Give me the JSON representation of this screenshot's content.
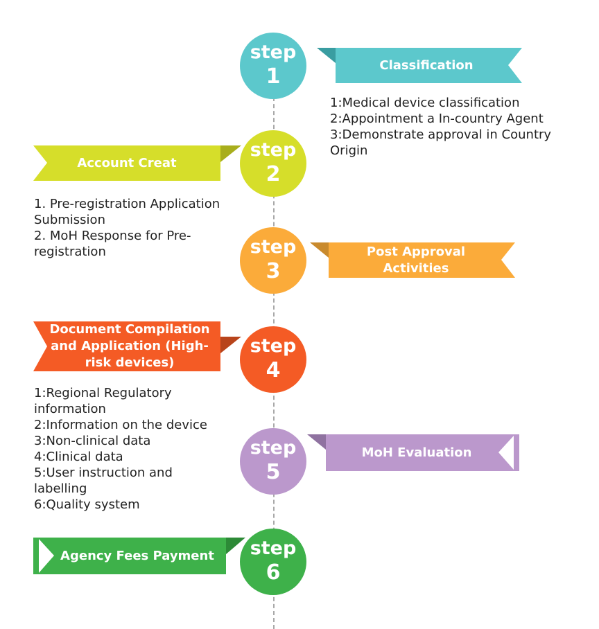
{
  "colors": {
    "step1": "#5cc8cc",
    "step2": "#d6de2a",
    "step3": "#fbab3a",
    "step4": "#f45b25",
    "step5": "#bb98cc",
    "step6": "#3eb14a",
    "line": "#a9a9a9"
  },
  "step_word": "step",
  "steps": [
    {
      "number": "1",
      "label": "Classification",
      "items": [
        "1:Medical device classification",
        "2:Appointment a In-country Agent",
        "3:Demonstrate approval in Country Origin"
      ]
    },
    {
      "number": "2",
      "label": "Account Creat",
      "items": [
        "1. Pre-registration Application Submission",
        "2. MoH Response for Pre-registration"
      ]
    },
    {
      "number": "3",
      "label": "Post Approval Activities",
      "items": []
    },
    {
      "number": "4",
      "label": "Document Compilation and Application (High-risk devices)",
      "items": [
        "1:Regional Regulatory information",
        "2:Information on the device",
        "3:Non-clinical data",
        "4:Clinical data",
        "5:User instruction and labelling",
        "6:Quality system"
      ]
    },
    {
      "number": "5",
      "label": "MoH Evaluation",
      "items": []
    },
    {
      "number": "6",
      "label": "Agency Fees Payment",
      "items": []
    }
  ]
}
